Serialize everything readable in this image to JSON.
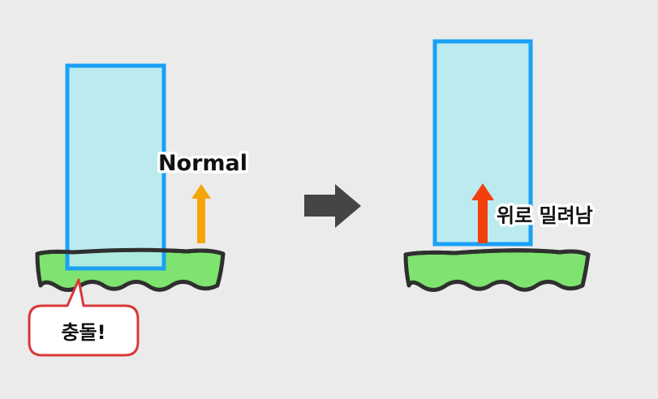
{
  "labels": {
    "collision": "충돌!",
    "normal": "Normal",
    "pushed_up": "위로 밀려남"
  },
  "colors": {
    "background": "#ebebeb",
    "box_fill": "#b5ebef",
    "box_stroke": "#1aa0f5",
    "ground_fill": "#7ee36f",
    "ground_stroke": "#2f2f2f",
    "normal_arrow": "#f5a50a",
    "push_arrow": "#f2400d",
    "transition_arrow": "#454545",
    "callout_stroke": "#d93838",
    "callout_fill": "#ffffff",
    "text": "#111111"
  },
  "icons": {
    "transition": "right-arrow-icon",
    "normal_vector": "up-arrow-icon",
    "push_vector": "up-arrow-icon"
  }
}
